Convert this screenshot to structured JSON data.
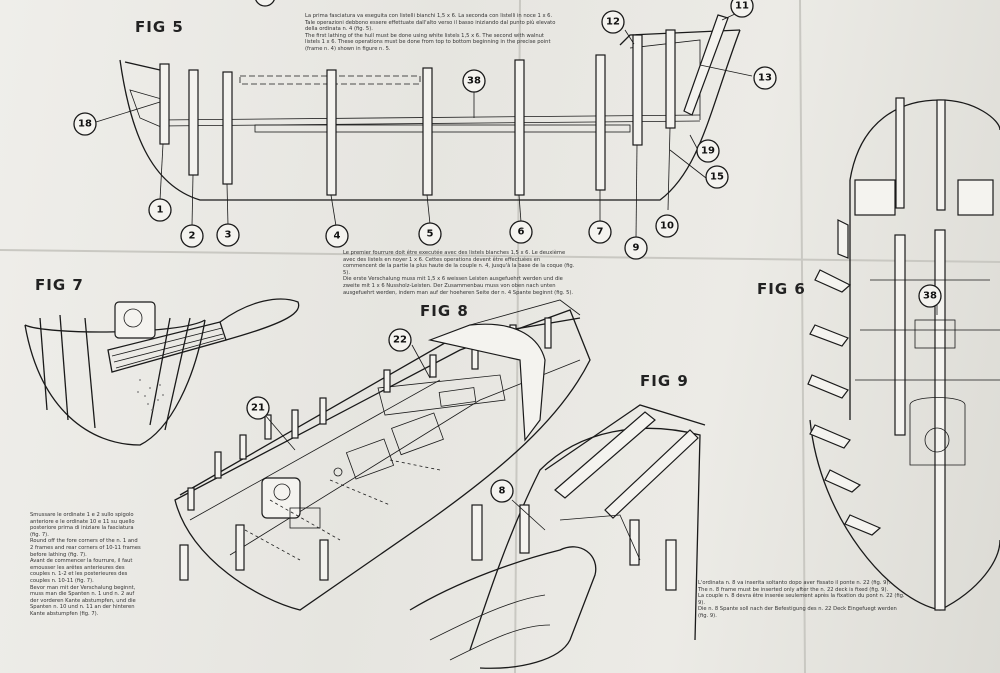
{
  "figures": {
    "fig5": "FIG 5",
    "fig6": "FIG 6",
    "fig7": "FIG 7",
    "fig8": "FIG 8",
    "fig9": "FIG 9"
  },
  "callouts": [
    "1",
    "2",
    "3",
    "4",
    "5",
    "6",
    "7",
    "9",
    "10",
    "11",
    "12",
    "13",
    "15",
    "18",
    "19",
    "38",
    "22",
    "21",
    "8",
    "38"
  ],
  "notes": {
    "fig5_top": "La prima fasciatura va eseguita con listelli bianchi 1,5 x 6. La seconda con listelli in noce 1 x 6. Tale operazioni debbono essere effettuate dall'alto verso il basso iniziando dal punto più elevato della ordinata n. 4 (fig. 5).\nThe first lathing of the hull must be done using white listels 1,5 x 6. The second with walnut listels 1 x 6. These operations must be done from top to bottom beginning in the precise point (frame n. 4) shown in figure n. 5.",
    "fig5_bottom": "Le premier fourrure doit être executée avec des listels blanches 1,5 x 6. Le deuxième avec des listels en noyer 1 x 6. Cettes operations devent être effectuées en commencent de la partie la plus haute de la couple n. 4, jusqu'à la base de la coque (fig. 5).\nDie erste Verschalung muss mit 1,5 x 6 weissen Leisten ausgefuehrt werden und die zweite mit 1 x 6 Nussholz-Leisten. Der Zusammenbau muss von oben nach unten ausgefuehrt werden, indem man auf der hoeheren Seite der n. 4 Spante beginnt (fig. 5).",
    "fig7": "Smussare le ordinate 1 e 2 sullo spigolo anteriore e le ordinate 10 e 11 su quello posteriore prima di iniziare la fasciatura (fig. 7).\nRound off the fore corners of the n. 1 and 2 frames and rear corners of 10-11 frames before lathing (fig. 7).\nAvant de commencer la fourrure, il faut emousser les arêtes anterieures des couples n. 1-2 et les posterieures des couples n. 10-11 (fig. 7).\nBevor man mit der Verschalung beginnt, muss man die Spanten n. 1 und n. 2 auf der vorderen Kante abstumpfen, und die Spanten n. 10 und n. 11 an der hinteren Kante abstumpfen (fig. 7).",
    "fig9": "L'ordinata n. 8 va inserita soltanto dopo aver fissato il ponte n. 22 (fig. 9).\nThe n. 8 frame must be inserted only after the n. 22 deck is fixed (fig. 9).\nLa couple n. 8 devra être inserée seulement après la fixation du pont n. 22 (fig. 9).\nDie n. 8 Spante soll nach der Befestigung des n. 22 Deck Eingefuegt werden (fig. 9)."
  }
}
